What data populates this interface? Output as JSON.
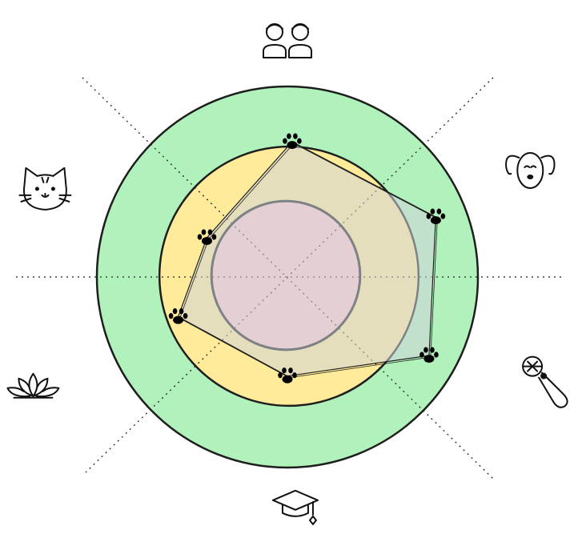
{
  "chart_data": {
    "type": "radar",
    "title": "",
    "categories": [
      "kids",
      "dog",
      "dog-toy",
      "education",
      "wellness",
      "cat"
    ],
    "category_icons": [
      "children-icon",
      "dog-icon",
      "rope-toy-icon",
      "graduation-cap-icon",
      "lotus-icon",
      "cat-icon"
    ],
    "values": [
      0.71,
      0.84,
      0.85,
      0.52,
      0.61,
      0.47
    ],
    "range": [
      0,
      1
    ],
    "marker": "paw-icon",
    "bands": [
      {
        "name": "outer",
        "to": 1.0,
        "color": "#b1f2bc"
      },
      {
        "name": "middle",
        "to": 0.68,
        "color": "#ffeb99"
      },
      {
        "name": "inner",
        "to": 0.39,
        "color": "#ffc9c9"
      }
    ],
    "fill_color": "#ced4da",
    "grid": "dotted-spokes"
  }
}
